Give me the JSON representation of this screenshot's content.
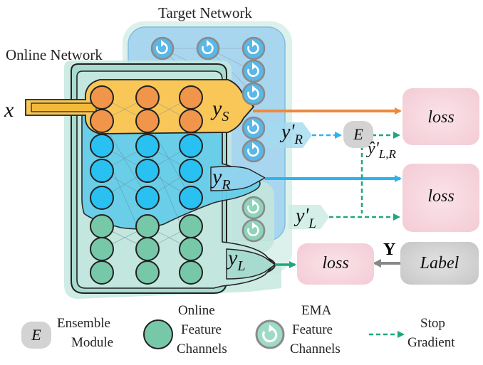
{
  "titles": {
    "target_network": "Target Network",
    "online_network": "Online Network"
  },
  "symbols": {
    "input_x": "x",
    "y_s_base": "y",
    "y_s_sub": "S",
    "y_r_base": "y",
    "y_r_sub": "R",
    "y_l_base": "y",
    "y_l_sub": "L",
    "y_prime_r_base": "y'",
    "y_prime_r_sub": "R",
    "y_prime_l_base": "y'",
    "y_prime_l_sub": "L",
    "y_hat_base": "ŷ'",
    "y_hat_sub": "L,R",
    "ensemble_symbol": "E",
    "Y": "Y"
  },
  "boxes": {
    "loss_top": "loss",
    "loss_middle": "loss",
    "loss_bottom": "loss",
    "label": "Label"
  },
  "legend": {
    "ensemble_symbol": "E",
    "ensemble_line1": "Ensemble",
    "ensemble_line2": "Module",
    "online_line1": "Online",
    "online_line2": "Feature",
    "online_line3": "Channels",
    "ema_line1": "EMA",
    "ema_line2": "Feature",
    "ema_line3": "Channels",
    "stop_line1": "Stop",
    "stop_line2": "Gradient"
  },
  "colors": {
    "orange_node": "#f0954a",
    "blue_node": "#29c0f2",
    "green_node": "#76c8a9",
    "yellow_band": "#fbd06e",
    "loss_box": "#f6d6de",
    "label_box": "#d3d3d3",
    "orange_arrow": "#ee8a3c",
    "blue_arrow": "#2ab5ef",
    "green_arrow": "#1fa680",
    "gray_arrow": "#888888"
  }
}
